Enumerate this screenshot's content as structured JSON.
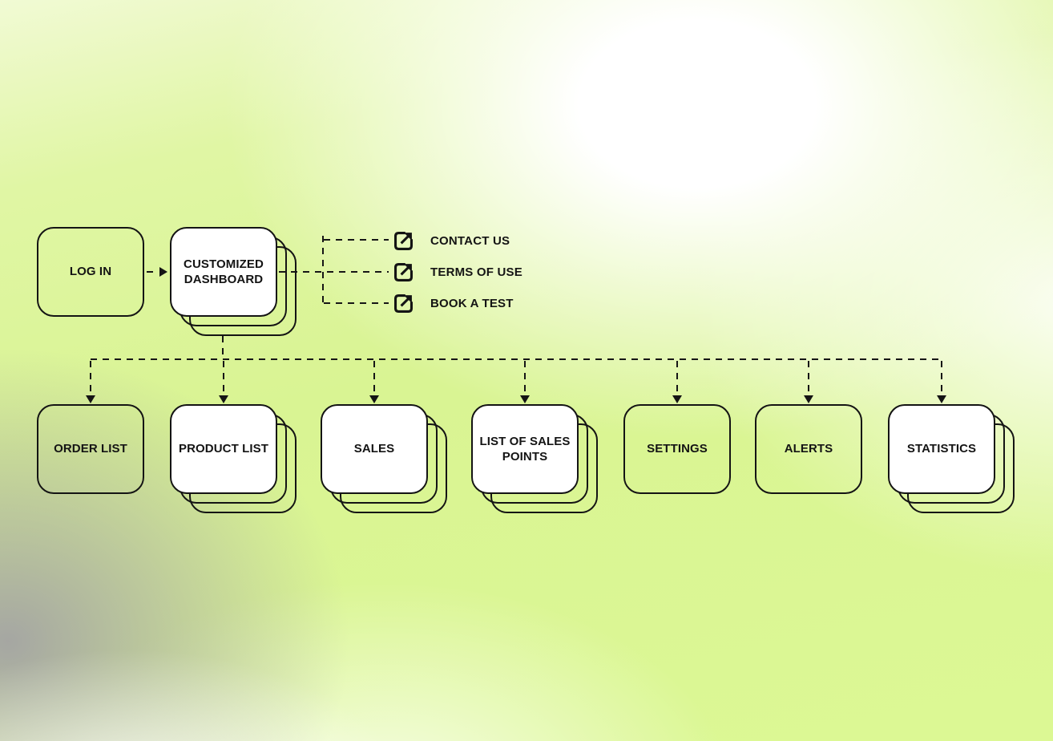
{
  "diagram": {
    "login": {
      "label": "LOG IN"
    },
    "dashboard": {
      "label": "CUSTOMIZED DASHBOARD"
    },
    "external_links": [
      {
        "label": "CONTACT US",
        "icon": "external-link"
      },
      {
        "label": "TERMS OF USE",
        "icon": "external-link"
      },
      {
        "label": "BOOK A TEST",
        "icon": "external-link"
      }
    ],
    "sections": [
      {
        "label": "ORDER LIST",
        "stacked": false
      },
      {
        "label": "PRODUCT LIST",
        "stacked": true
      },
      {
        "label": "SALES",
        "stacked": true
      },
      {
        "label": "LIST OF SALES POINTS",
        "stacked": true
      },
      {
        "label": "SETTINGS",
        "stacked": false
      },
      {
        "label": "ALERTS",
        "stacked": false
      },
      {
        "label": "STATISTICS",
        "stacked": true
      }
    ],
    "colors": {
      "stroke": "#141414",
      "node_fill": "#ffffff",
      "background_lime": "#d9f493",
      "background_gray": "#a8a8a8",
      "background_white": "#ffffff"
    }
  }
}
